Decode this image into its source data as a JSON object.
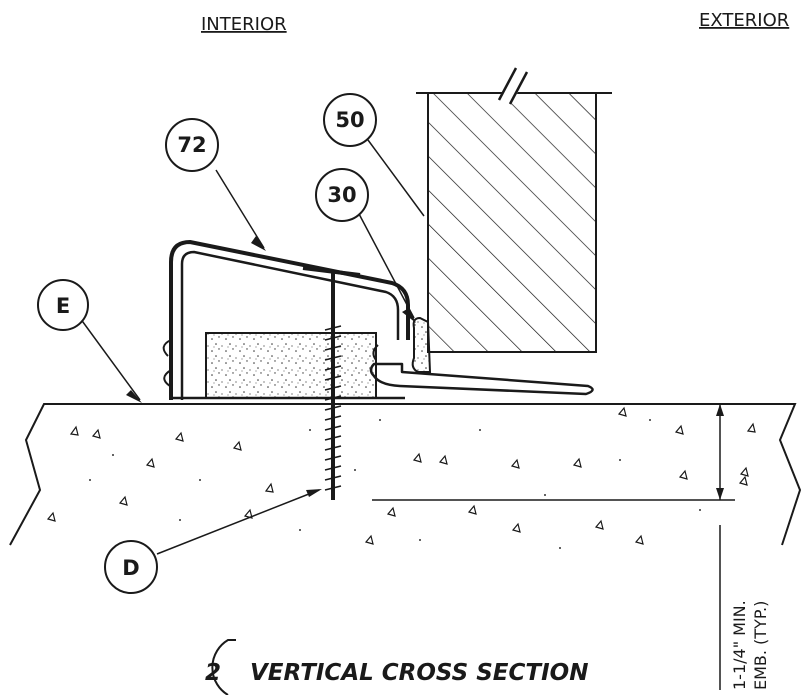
{
  "headings": {
    "interior": "INTERIOR",
    "exterior": "EXTERIOR"
  },
  "callouts": {
    "c72": "72",
    "c50": "50",
    "c30": "30",
    "cE": "E",
    "cD": "D"
  },
  "dimension": {
    "line1": "1-1/4\" MIN.",
    "line2": "EMB. (TYP.)"
  },
  "section": {
    "number": "2",
    "title": "VERTICAL CROSS SECTION"
  },
  "colors": {
    "ink": "#1a1a1a",
    "background": "#ffffff"
  }
}
